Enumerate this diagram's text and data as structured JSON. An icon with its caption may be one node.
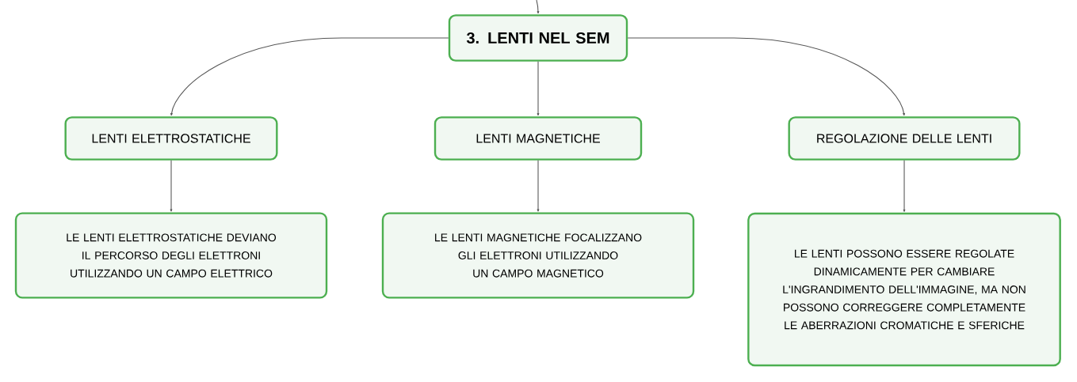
{
  "diagram": {
    "nodes": [
      {
        "text": [
          "3. LENTI NEL SEM"
        ]
      },
      {
        "text": [
          "LENTI ELETTROSTATICHE"
        ]
      },
      {
        "text": [
          "LENTI MAGNETICHE"
        ]
      },
      {
        "text": [
          "REGOLAZIONE DELLE LENTI"
        ]
      },
      {
        "text": [
          "LE LENTI ELETTROSTATICHE DEVIANO IL PERCORSO DEGLI ELETTRONI UTILIZZANDO UN CAMPO ELETTRICO"
        ]
      },
      {
        "text": [
          "LE LENTI MAGNETICHE FOCALIZZANO GLI ELETTRONI UTILIZZANDO UN CAMPO MAGNETICO"
        ]
      },
      {
        "text": [
          "LE LENTI POSSONO ESSERE REGOLATE DINAMICAMENTE PER CAMBIARE L'INGRANDIMENTO DELL'IMMAGINE, MA NON POSSONO CORREGGERE COMPLETAMENTE LE ABERRAZIONI CROMATICHE E SFERICHE"
        ]
      }
    ],
    "edges": [
      {
        "from": null,
        "to": 0,
        "arrow": "to"
      },
      {
        "from": 0,
        "to": 1,
        "arrow": "to"
      },
      {
        "from": 0,
        "to": 2,
        "arrow": "to"
      },
      {
        "from": 0,
        "to": 3,
        "arrow": "to"
      },
      {
        "from": 1,
        "to": 4,
        "arrow": "to"
      },
      {
        "from": 2,
        "to": 5,
        "arrow": "to"
      },
      {
        "from": 3,
        "to": 6,
        "arrow": "to"
      }
    ]
  }
}
